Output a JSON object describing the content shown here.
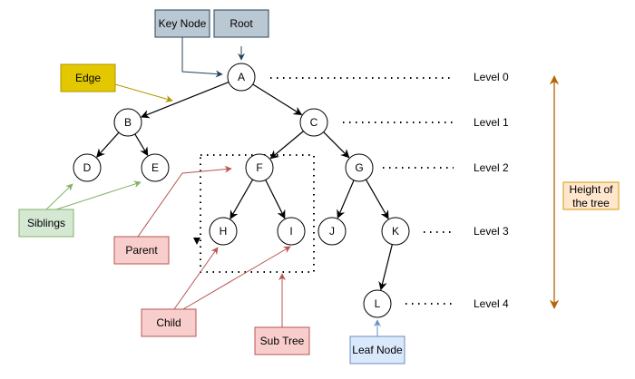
{
  "diagram": {
    "nodes": [
      {
        "id": "A",
        "label": "A"
      },
      {
        "id": "B",
        "label": "B"
      },
      {
        "id": "C",
        "label": "C"
      },
      {
        "id": "D",
        "label": "D"
      },
      {
        "id": "E",
        "label": "E"
      },
      {
        "id": "F",
        "label": "F"
      },
      {
        "id": "G",
        "label": "G"
      },
      {
        "id": "H",
        "label": "H"
      },
      {
        "id": "I",
        "label": "I"
      },
      {
        "id": "J",
        "label": "J"
      },
      {
        "id": "K",
        "label": "K"
      },
      {
        "id": "L",
        "label": "L"
      }
    ],
    "edges": [
      {
        "from": "A",
        "to": "B"
      },
      {
        "from": "A",
        "to": "C"
      },
      {
        "from": "B",
        "to": "D"
      },
      {
        "from": "B",
        "to": "E"
      },
      {
        "from": "C",
        "to": "F"
      },
      {
        "from": "C",
        "to": "G"
      },
      {
        "from": "F",
        "to": "H"
      },
      {
        "from": "F",
        "to": "I"
      },
      {
        "from": "G",
        "to": "J"
      },
      {
        "from": "G",
        "to": "K"
      },
      {
        "from": "K",
        "to": "L"
      }
    ],
    "levels": [
      "Level 0",
      "Level 1",
      "Level 2",
      "Level 3",
      "Level 4"
    ],
    "annotations": {
      "key_node": {
        "text": "Key Node",
        "fill": "#bac8d3",
        "stroke": "#23445d"
      },
      "root": {
        "text": "Root",
        "fill": "#bac8d3",
        "stroke": "#23445d"
      },
      "edge": {
        "text": "Edge",
        "fill": "#e3c800",
        "stroke": "#b09500"
      },
      "siblings": {
        "text": "Siblings",
        "fill": "#d5e8d4",
        "stroke": "#82b366"
      },
      "parent": {
        "text": "Parent",
        "fill": "#f8cecc",
        "stroke": "#b85450"
      },
      "child": {
        "text": "Child",
        "fill": "#f8cecc",
        "stroke": "#b85450"
      },
      "sub_tree": {
        "text": "Sub Tree",
        "fill": "#f8cecc",
        "stroke": "#b85450"
      },
      "leaf_node": {
        "text": "Leaf Node",
        "fill": "#dae8fc",
        "stroke": "#6c8ebf"
      },
      "height": {
        "line1": "Height of",
        "line2": "the tree",
        "fill": "#ffe6cc",
        "stroke": "#d79b00",
        "arrow_color": "#b46504"
      }
    }
  }
}
